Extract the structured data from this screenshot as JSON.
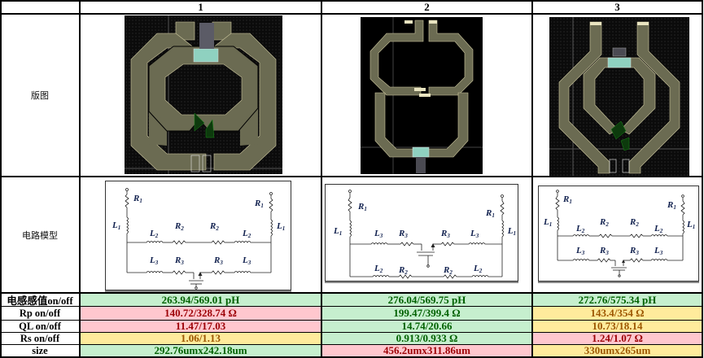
{
  "table": {
    "column_headers": [
      "",
      "1",
      "2",
      "3"
    ],
    "row_labels": {
      "layout": "版图",
      "circuit": "电路模型",
      "inductance": "电感感值on/off",
      "rp": "Rp on/off",
      "ql": "QL on/off",
      "rs": "Rs on/off",
      "size": "size"
    },
    "designs": [
      {
        "id": "1",
        "layout_image": "octagonal-spiral-inductor-layout-1",
        "circuit_image": "circuit-model-1",
        "inductance": {
          "value": "263.94/569.01 pH",
          "status": "green"
        },
        "rp": {
          "value": "140.72/328.74 Ω",
          "status": "red"
        },
        "ql": {
          "value": "11.47/17.03",
          "status": "red"
        },
        "rs": {
          "value": "1.06/1.13",
          "status": "yellow"
        },
        "size": {
          "value": "292.76umx242.18um",
          "status": "green"
        }
      },
      {
        "id": "2",
        "layout_image": "stacked-octagonal-inductor-layout-2",
        "circuit_image": "circuit-model-2",
        "inductance": {
          "value": "276.04/569.75 pH",
          "status": "green"
        },
        "rp": {
          "value": "199.47/399.4 Ω",
          "status": "green"
        },
        "ql": {
          "value": "14.74/20.66",
          "status": "green"
        },
        "rs": {
          "value": "0.913/0.933 Ω",
          "status": "green"
        },
        "size": {
          "value": "456.2umx311.86um",
          "status": "red"
        }
      },
      {
        "id": "3",
        "layout_image": "figure-eight-inductor-layout-3",
        "circuit_image": "circuit-model-3",
        "inductance": {
          "value": "272.76/575.34 pH",
          "status": "green"
        },
        "rp": {
          "value": "143.4/354 Ω",
          "status": "yellow"
        },
        "ql": {
          "value": "10.73/18.14",
          "status": "yellow"
        },
        "rs": {
          "value": "1.24/1.07 Ω",
          "status": "red"
        },
        "size": {
          "value": "330umx265um",
          "status": "yellow"
        }
      }
    ]
  },
  "circuit_labels": {
    "L1": "L",
    "R1": "R",
    "L2": "L",
    "R2": "R",
    "L3": "L",
    "R3": "R",
    "sub1": "1",
    "sub2": "2",
    "sub3": "3"
  },
  "colors": {
    "good_bg": "#c6efce",
    "good_fg": "#006100",
    "bad_bg": "#ffc7ce",
    "bad_fg": "#9c0006",
    "mid_bg": "#ffeb9c",
    "mid_fg": "#9c5700",
    "metal": "#6b6b52",
    "metal_edge": "#cfc9a0",
    "via": "#8fd1c0",
    "circuit_label": "#0f1f4d"
  }
}
